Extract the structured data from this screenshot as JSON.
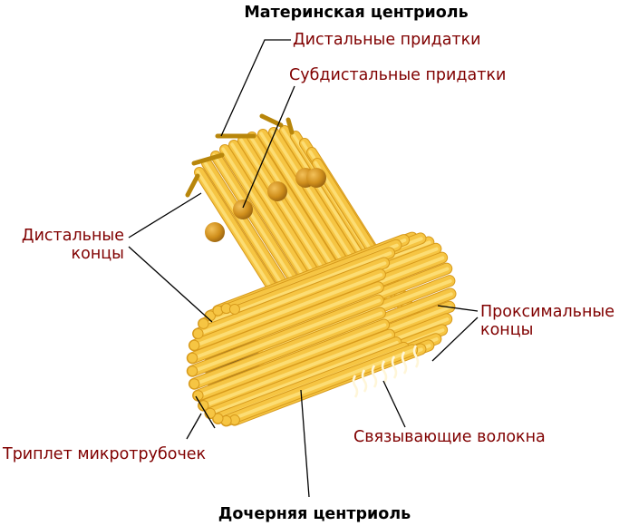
{
  "diagram": {
    "title_top": "Материнская центриоль",
    "title_bottom": "Дочерняя центриоль",
    "labels": {
      "distal_appendages": "Дистальные придатки",
      "subdistal_appendages": "Субдистальные придатки",
      "distal_ends_line1": "Дистальные",
      "distal_ends_line2": "концы",
      "proximal_ends_line1": "Проксимальные",
      "proximal_ends_line2": "концы",
      "connecting_fibers": "Связывающие волокна",
      "triplet": "Триплет микротрубочек"
    },
    "colors": {
      "tube_light": "#fde07a",
      "tube_mid": "#f6c543",
      "tube_dark": "#d79a1c",
      "appendage": "#b8860b",
      "label": "#800000"
    }
  }
}
